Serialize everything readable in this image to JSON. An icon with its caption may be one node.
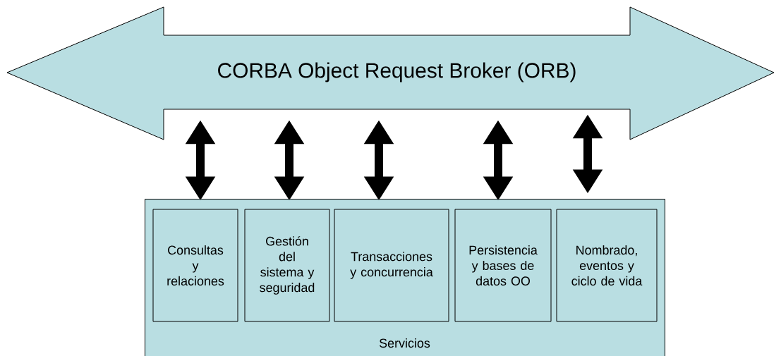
{
  "diagram": {
    "nodes": [
      {
        "text": [
          "CORBA Object Request Broker (ORB)"
        ]
      },
      {
        "text": [
          "Servicios"
        ]
      },
      {
        "text": [
          "Consultas y relaciones"
        ],
        "in": 1
      },
      {
        "text": [
          "Gestión del sistema y seguridad"
        ],
        "in": 1
      },
      {
        "text": [
          "Transacciones y concurrencia"
        ],
        "in": 1
      },
      {
        "text": [
          "Persistencia y bases de datos OO"
        ],
        "in": 1
      },
      {
        "text": [
          "Nombrado, eventos y ciclo de vida"
        ],
        "in": 1
      }
    ],
    "edges": [
      {
        "from": 0,
        "to": 2,
        "arrow": "both"
      },
      {
        "from": 0,
        "to": 3,
        "arrow": "both"
      },
      {
        "from": 0,
        "to": 4,
        "arrow": "both"
      },
      {
        "from": 0,
        "to": 5,
        "arrow": "both"
      },
      {
        "from": 0,
        "to": 6,
        "arrow": "both"
      }
    ]
  }
}
